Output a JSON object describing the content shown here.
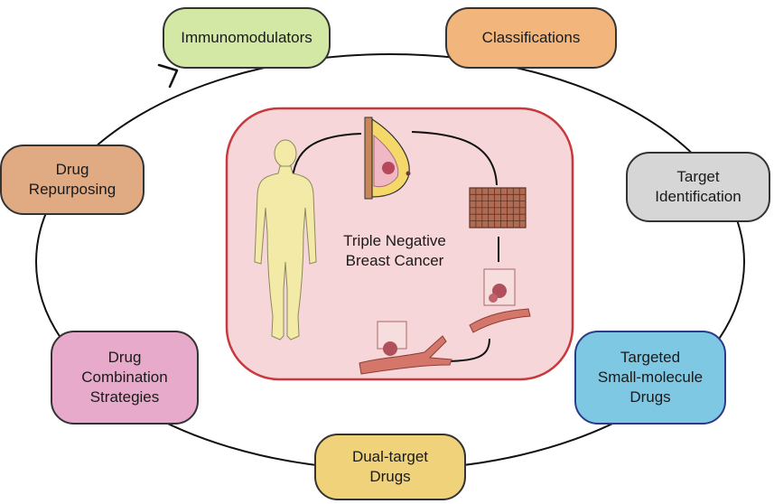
{
  "colors": {
    "immunomodulators": "#d3e8a4",
    "classifications": "#f2b57c",
    "target_identification": "#d6d6d6",
    "targeted_small_molecule": "#7ec8e3",
    "dual_target": "#f0d27a",
    "drug_combination": "#e7aacb",
    "drug_repurposing": "#e0aa82",
    "center_fill": "#f6d6d8",
    "center_border": "#c8383d",
    "body_fill": "#f3eaa8",
    "vessel": "#d4776a",
    "tissue": "#b06b52"
  },
  "nodes": {
    "immunomodulators": "Immunomodulators",
    "classifications": "Classifications",
    "target_identification": "Target\nIdentification",
    "targeted_small_molecule": "Targeted\nSmall-molecule\nDrugs",
    "dual_target": "Dual-target\nDrugs",
    "drug_combination": "Drug\nCombination\nStrategies",
    "drug_repurposing": "Drug\nRepurposing"
  },
  "center": {
    "title": "Triple Negative\nBreast Cancer"
  },
  "icons": [
    "human-body-icon",
    "breast-anatomy-icon",
    "tissue-block-icon",
    "tumor-cells-icon",
    "blood-vessel-icon",
    "metastasis-icon",
    "cycle-arrow-icon"
  ]
}
